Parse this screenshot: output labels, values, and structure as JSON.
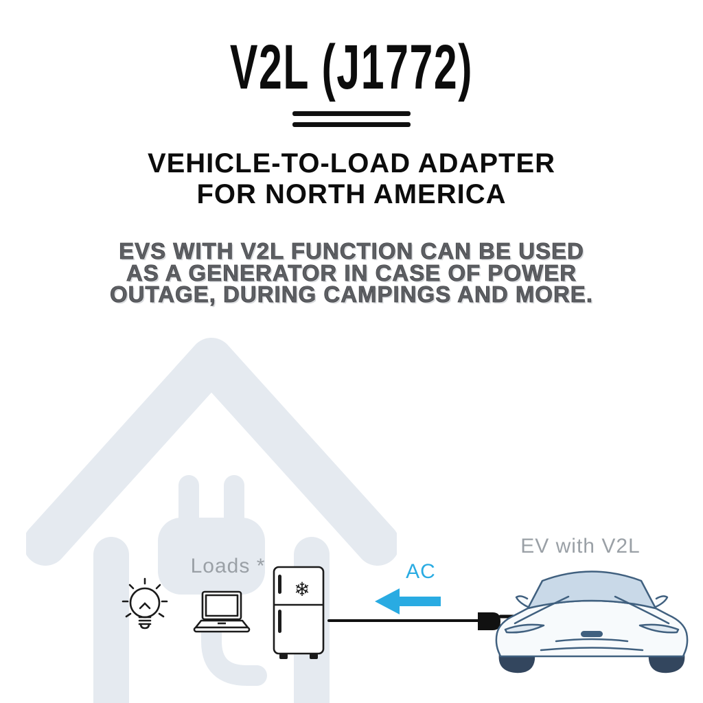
{
  "header": {
    "title": "V2L (J1772)",
    "subtitle_line1": "VEHICLE-TO-LOAD ADAPTER",
    "subtitle_line2": "FOR NORTH AMERICA",
    "description_line1": "EVS WITH V2L FUNCTION CAN BE USED",
    "description_line2": "AS A GENERATOR IN CASE OF POWER",
    "description_line3": "OUTAGE, DURING CAMPINGS AND MORE."
  },
  "diagram": {
    "loads_label": "Loads *",
    "ac_label": "AC",
    "ev_label": "EV with V2L",
    "snowflake_glyph": "❄",
    "colors": {
      "accent_blue": "#29abe2",
      "car_blue": "#40607f",
      "watermark_gray": "#e5eaf0",
      "icon_black": "#1b1b1b",
      "label_gray": "#9aa0a6"
    }
  }
}
